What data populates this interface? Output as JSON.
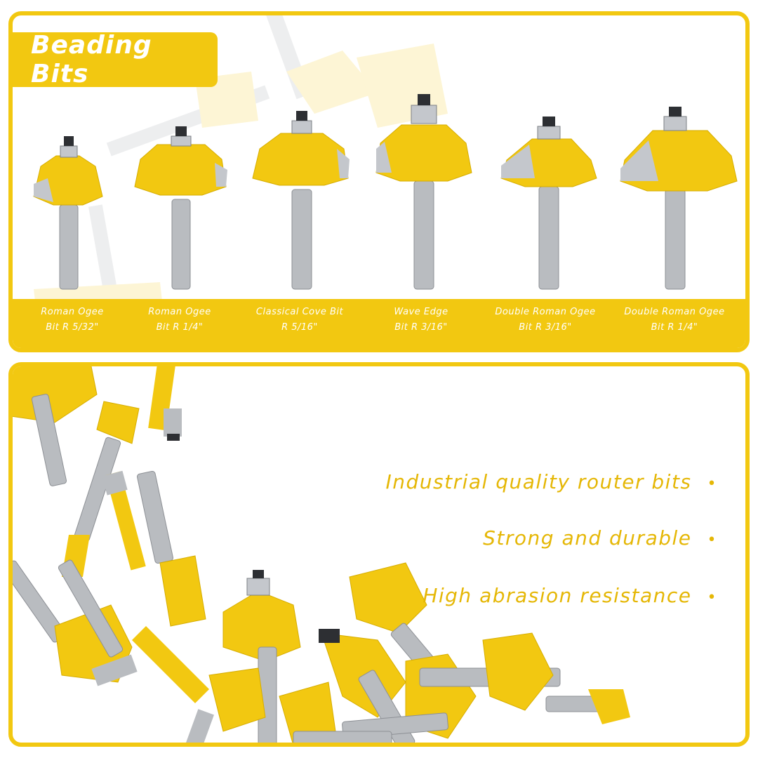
{
  "header": {
    "title": "Beading Bits"
  },
  "bits": [
    {
      "line1": "Roman Ogee",
      "line2": "Bit R 5/32\""
    },
    {
      "line1": "Roman Ogee",
      "line2": "Bit R 1/4\""
    },
    {
      "line1": "Classical Cove Bit",
      "line2": "R 5/16\""
    },
    {
      "line1": "Wave Edge",
      "line2": "Bit R 3/16\""
    },
    {
      "line1": "Double Roman Ogee",
      "line2": "Bit R 3/16\""
    },
    {
      "line1": "Double Roman Ogee",
      "line2": "Bit R 1/4\""
    }
  ],
  "features": [
    {
      "text": "Industrial quality router bits",
      "bullet": "•"
    },
    {
      "text": "Strong and durable",
      "bullet": "•"
    },
    {
      "text": "High abrasion resistance",
      "bullet": "•"
    }
  ],
  "colors": {
    "accent": "#f2c811",
    "text_accent": "#e5b706",
    "steel": "#b9bcc0"
  }
}
